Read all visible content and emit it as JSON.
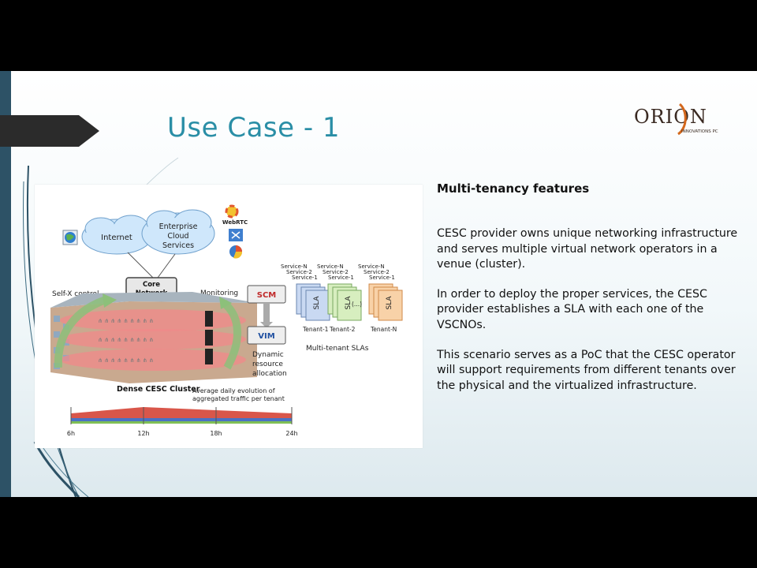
{
  "slide": {
    "title": "Use Case - 1",
    "logo": {
      "name": "ORION",
      "subtitle": "INNOVATIONS PC"
    }
  },
  "figure": {
    "cloud_internet": "Internet",
    "cloud_enterprise": [
      "Enterprise",
      "Cloud",
      "Services"
    ],
    "webrtc": "WebRTC",
    "core_network": [
      "Core",
      "Network"
    ],
    "self_x": "Self-X control",
    "monitoring": "Monitoring",
    "scm": "SCM",
    "vim": "VIM",
    "dynamic": [
      "Dynamic",
      "resource",
      "allocation"
    ],
    "cluster_label": "Dense CESC Cluster",
    "traffic_caption": [
      "Average daily evolution of",
      "aggregated traffic per tenant"
    ],
    "time_ticks": [
      "6h",
      "12h",
      "18h",
      "24h"
    ],
    "sla_services": [
      [
        "Service-N",
        "Service-2",
        "Service-1"
      ],
      [
        "Service-N",
        "Service-2",
        "Service-1"
      ],
      [
        "Service-N",
        "Service-2",
        "Service-1"
      ]
    ],
    "sla_label": "SLA",
    "sla_ellipsis": "(...)",
    "tenants": [
      "Tenant-1",
      "Tenant-2",
      "Tenant-N"
    ],
    "sla_caption": "Multi-tenant SLAs",
    "colors": {
      "sla_blue": "#c9d9f2",
      "sla_green": "#d7eebf",
      "sla_orange": "#f8d2a8",
      "traffic_red": "#d9564a",
      "traffic_blue": "#4a72c4",
      "traffic_green": "#7fbf55"
    }
  },
  "text": {
    "heading": "Multi-tenancy features",
    "paragraphs": [
      "CESC provider owns unique networking infrastructure and serves multiple virtual network operators in a venue (cluster).",
      "In order to deploy the proper services, the CESC provider establishes  a SLA with each one of the VSCNOs.",
      "This scenario serves as a PoC that the CESC operator will  support  requirements from different tenants over the physical and the virtualized infrastructure."
    ]
  }
}
